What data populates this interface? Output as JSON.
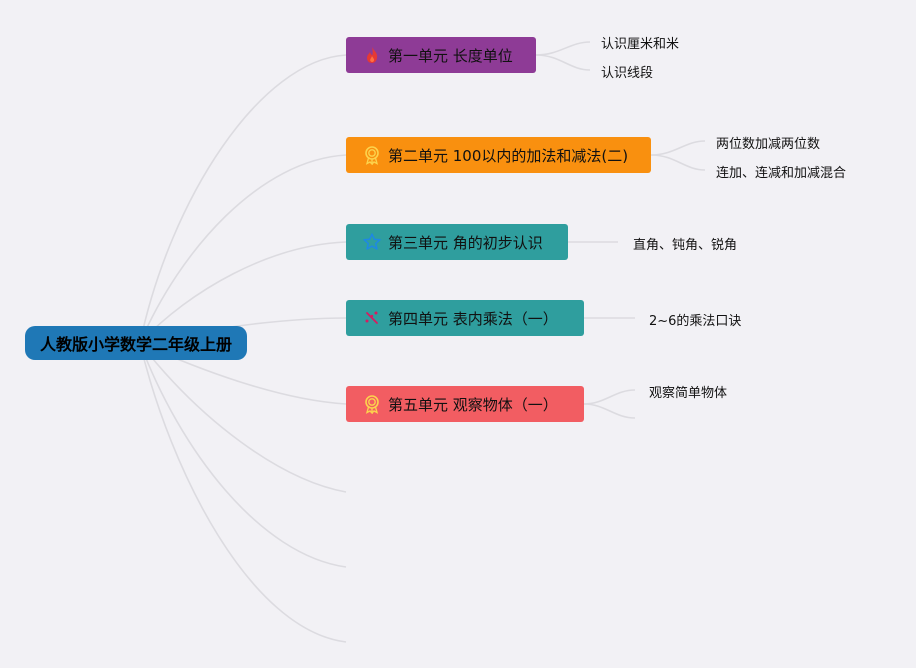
{
  "root": {
    "label": "人教版小学数学二年级上册",
    "color": "#1f78b6"
  },
  "branches": [
    {
      "label": "第一单元 长度单位",
      "color": "#8e3b96",
      "icon": "flame-icon",
      "children": [
        "认识厘米和米",
        "认识线段"
      ]
    },
    {
      "label": "第二单元 100以内的加法和减法(二)",
      "color": "#f9900f",
      "icon": "award-medal-icon",
      "children": [
        "两位数加减两位数",
        "连加、连减和加减混合"
      ]
    },
    {
      "label": "第三单元 角的初步认识",
      "color": "#2f9e9e",
      "icon": "star-icon",
      "children": [
        "直角、钝角、锐角"
      ]
    },
    {
      "label": "第四单元 表内乘法（一）",
      "color": "#2f9e9e",
      "icon": "sparkle-icon",
      "children": [
        "2~6的乘法口诀"
      ]
    },
    {
      "label": "第五单元 观察物体（一）",
      "color": "#f25d62",
      "icon": "award-medal-icon",
      "children": [
        "观察简单物体"
      ]
    }
  ]
}
